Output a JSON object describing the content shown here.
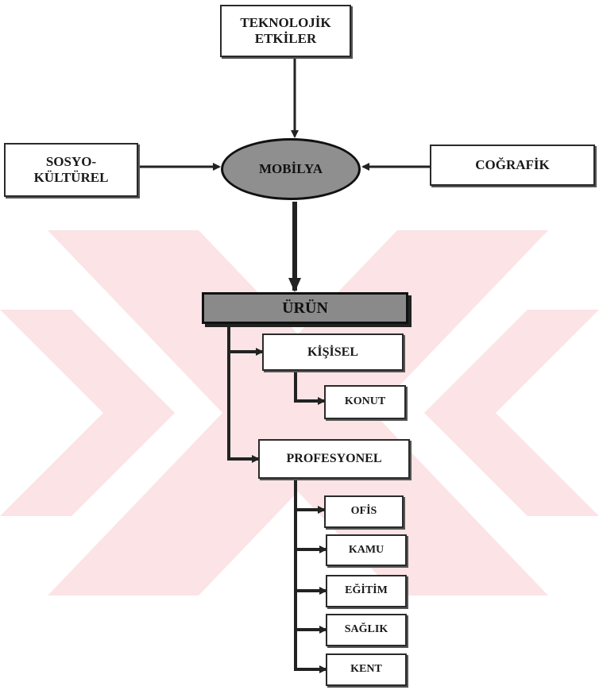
{
  "diagram": {
    "top": "TEKNOLOJİK\nETKİLER",
    "left": "SOSYO-\nKÜLTÜREL",
    "right": "COĞRAFİK",
    "center": "MOBİLYA",
    "product": "ÜRÜN",
    "personal": "KİŞİSEL",
    "housing": "KONUT",
    "professional": "PROFESYONEL",
    "sub": [
      "OFİS",
      "KAMU",
      "EĞİTİM",
      "SAĞLIK",
      "KENT"
    ]
  },
  "colors": {
    "watermark": "#fbe3e6",
    "ellipse_fill": "#8f8f8f",
    "product_fill": "#8a8a8a",
    "line": "#222222"
  }
}
